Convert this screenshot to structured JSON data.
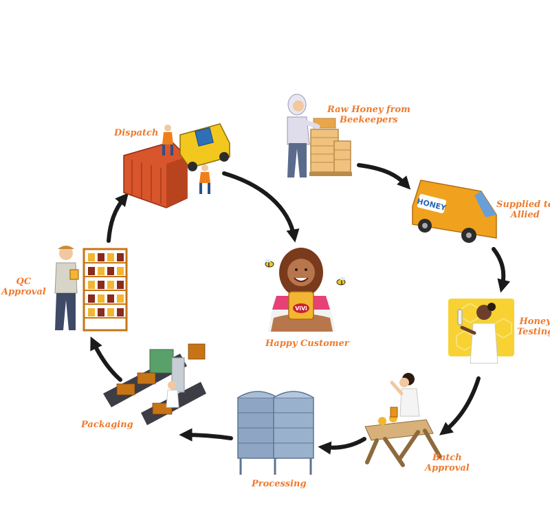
{
  "title": "",
  "colors": {
    "label": "#ee7b2e",
    "arrow": "#1a1a1a",
    "honey": "#f2b632",
    "container": "#d9552b",
    "van": "#f0a21f",
    "steel": "#8ea6c4",
    "machine": "#5aa06a"
  },
  "stages": [
    {
      "id": "raw",
      "icon": "beekeeper-with-hives-icon",
      "label_lines": [
        "Raw Honey from",
        "Beekeepers"
      ]
    },
    {
      "id": "supplied",
      "icon": "delivery-van-icon",
      "label_lines": [
        "Supplied to",
        "Allied"
      ]
    },
    {
      "id": "testing",
      "icon": "lab-scientist-icon",
      "label_lines": [
        "Honey",
        "Testing"
      ]
    },
    {
      "id": "batch",
      "icon": "batch-tasting-table-icon",
      "label_lines": [
        "Batch",
        "Approval"
      ]
    },
    {
      "id": "processing",
      "icon": "steel-silos-icon",
      "label_lines": [
        "Processing"
      ]
    },
    {
      "id": "packaging",
      "icon": "bottling-conveyor-icon",
      "label_lines": [
        "Packaging"
      ]
    },
    {
      "id": "qc",
      "icon": "inspector-with-shelf-icon",
      "label_lines": [
        "QC",
        "Approval"
      ]
    },
    {
      "id": "dispatch",
      "icon": "forklift-container-icon",
      "label_lines": [
        "Dispatch"
      ]
    }
  ],
  "center": {
    "icon": "happy-customer-icon",
    "product_text": "ViVi",
    "label": "Happy Customer"
  },
  "van_text": "HONEY"
}
